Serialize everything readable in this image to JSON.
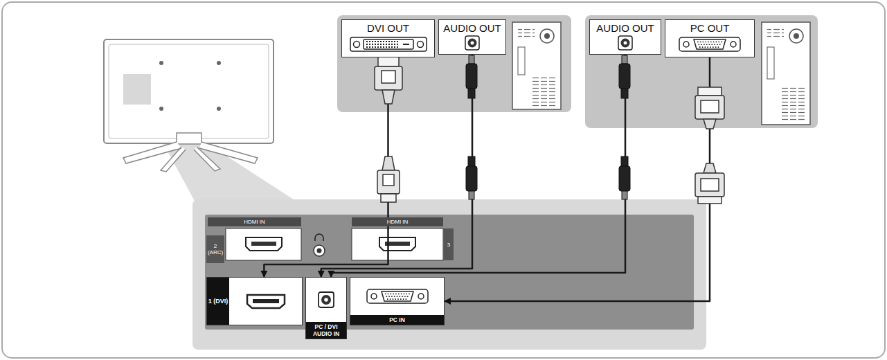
{
  "diagram": {
    "nodes": [
      {
        "text": [
          "DVI OUT"
        ]
      },
      {
        "text": [
          "AUDIO OUT"
        ]
      },
      {
        "text": [
          "AUDIO OUT"
        ]
      },
      {
        "text": [
          "PC OUT"
        ]
      },
      {
        "text": [
          "1 (DVI)"
        ]
      },
      {
        "text": [
          "PC / DVI AUDIO IN"
        ]
      },
      {
        "text": [
          "PC IN"
        ]
      }
    ],
    "edges": [
      {
        "from": 0,
        "to": 4,
        "arrow": "to"
      },
      {
        "from": 1,
        "to": 5,
        "arrow": "to"
      },
      {
        "from": 2,
        "to": 5,
        "arrow": "to"
      },
      {
        "from": 3,
        "to": 6,
        "arrow": "to"
      }
    ],
    "labels": [
      "HDMI IN",
      "2 (ARC)",
      "HDMI IN",
      "3"
    ]
  }
}
